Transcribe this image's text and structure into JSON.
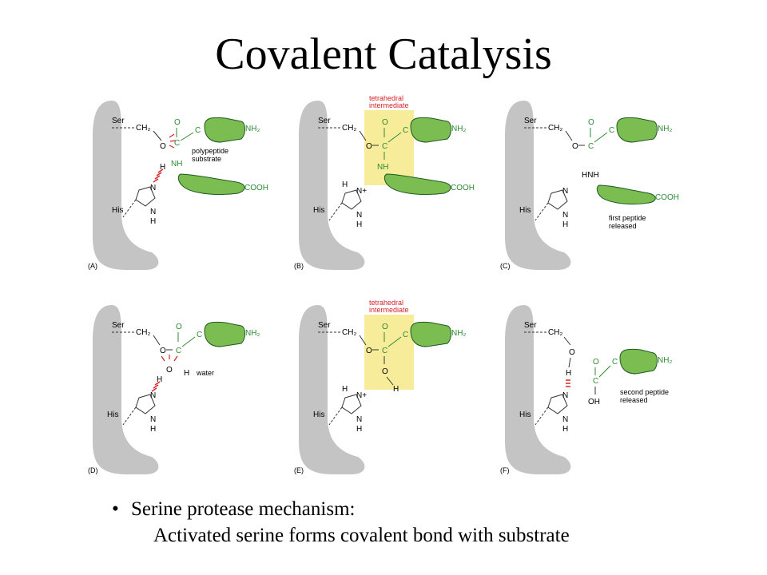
{
  "title": "Covalent Catalysis",
  "bullets": {
    "main": "Serine protease mechanism:",
    "sub": "Activated serine forms covalent bond with substrate"
  },
  "colors": {
    "enzyme": "#c4c4c4",
    "green": "#2e8a34",
    "substrate_fill": "#7cbd52",
    "red": "#d8222a",
    "highlight": "#f7ec9a"
  },
  "labels": {
    "ser": "Ser",
    "his": "His",
    "ch2": "CH₂",
    "o": "O",
    "c": "C",
    "n": "N",
    "nplus": "N+",
    "h": "H",
    "nh": "NH",
    "hnh": "HNH",
    "nh2": "NH₂",
    "cooh": "COOH",
    "oh": "OH",
    "polypeptide": "polypeptide",
    "substrate": "substrate",
    "tetra1": "tetrahedral",
    "tetra2": "intermediate",
    "water": "water",
    "first1": "first peptide",
    "released": "released",
    "second1": "second peptide"
  },
  "panels": [
    "(A)",
    "(B)",
    "(C)",
    "(D)",
    "(E)",
    "(F)"
  ]
}
